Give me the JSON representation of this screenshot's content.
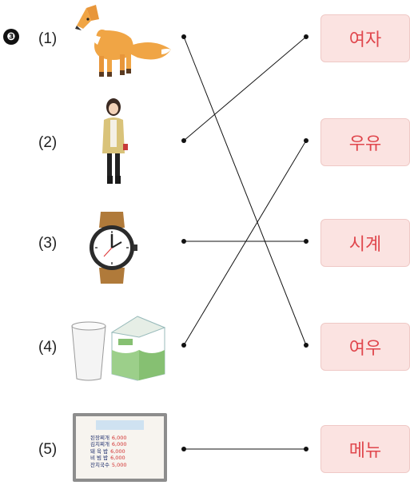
{
  "question_marker": "❸",
  "items": [
    {
      "label": "(1)",
      "picture": "fox"
    },
    {
      "label": "(2)",
      "picture": "woman"
    },
    {
      "label": "(3)",
      "picture": "wristwatch"
    },
    {
      "label": "(4)",
      "picture": "glass-and-milk-carton"
    },
    {
      "label": "(5)",
      "picture": "menu-board"
    }
  ],
  "words": [
    "여자",
    "우유",
    "시계",
    "여우",
    "메뉴"
  ],
  "matches": [
    [
      1,
      4
    ],
    [
      2,
      1
    ],
    [
      3,
      3
    ],
    [
      4,
      2
    ],
    [
      5,
      5
    ]
  ],
  "menu_board": {
    "rows": [
      {
        "name": "된장찌개",
        "price": "6,000"
      },
      {
        "name": "김치찌개",
        "price": "6,000"
      },
      {
        "name": "돼 육 밥",
        "price": "6,000"
      },
      {
        "name": "비 빔 밥",
        "price": "6,000"
      },
      {
        "name": "잔치국수",
        "price": "5,000"
      }
    ]
  },
  "colors": {
    "word_text": "#e0474d",
    "word_bg": "#fbe3e1",
    "line": "#111111"
  }
}
